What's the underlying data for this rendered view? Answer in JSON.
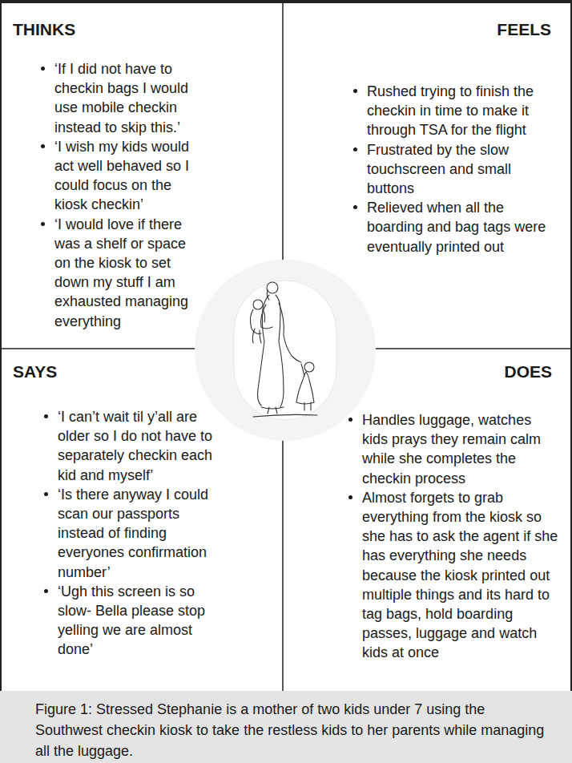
{
  "diagram": {
    "caption": "Figure 1: Stressed Stephanie is a mother of two kids under 7 using the Southwest checkin kiosk to take the restless kids to her parents while managing all the luggage.",
    "nodes": [
      {
        "text": [
          "THINKS",
          "‘If I did not have to checkin bags I would use mobile checkin instead to skip this.’",
          "‘I wish my kids would act well behaved so I could focus on the kiosk checkin’",
          "‘I would love if there was a shelf or space on the kiosk to set down my stuff I am exhausted managing everything"
        ]
      },
      {
        "text": [
          "FEELS",
          "Rushed trying to finish the checkin in time to make it through TSA for the flight",
          "Frustrated by the slow touchscreen and small buttons",
          "Relieved when all the boarding and bag tags were eventually printed out"
        ]
      },
      {
        "text": [
          "SAYS",
          "‘I can’t wait til y’all are older so I do not have to separately checkin each kid and myself’",
          "‘Is there anyway I could scan our passports instead of finding everyones confirmation number’",
          "‘Ugh this screen is so slow- Bella please stop yelling we are almost done’"
        ]
      },
      {
        "text": [
          "DOES",
          "Handles luggage, watches kids prays they remain calm while she completes the checkin process",
          "Almost forgets to grab everything from the kiosk so she has to ask the agent if she has everything she needs because the kiosk printed out multiple things and its hard to tag bags, hold boarding passes, luggage and watch kids at once"
        ]
      }
    ]
  }
}
